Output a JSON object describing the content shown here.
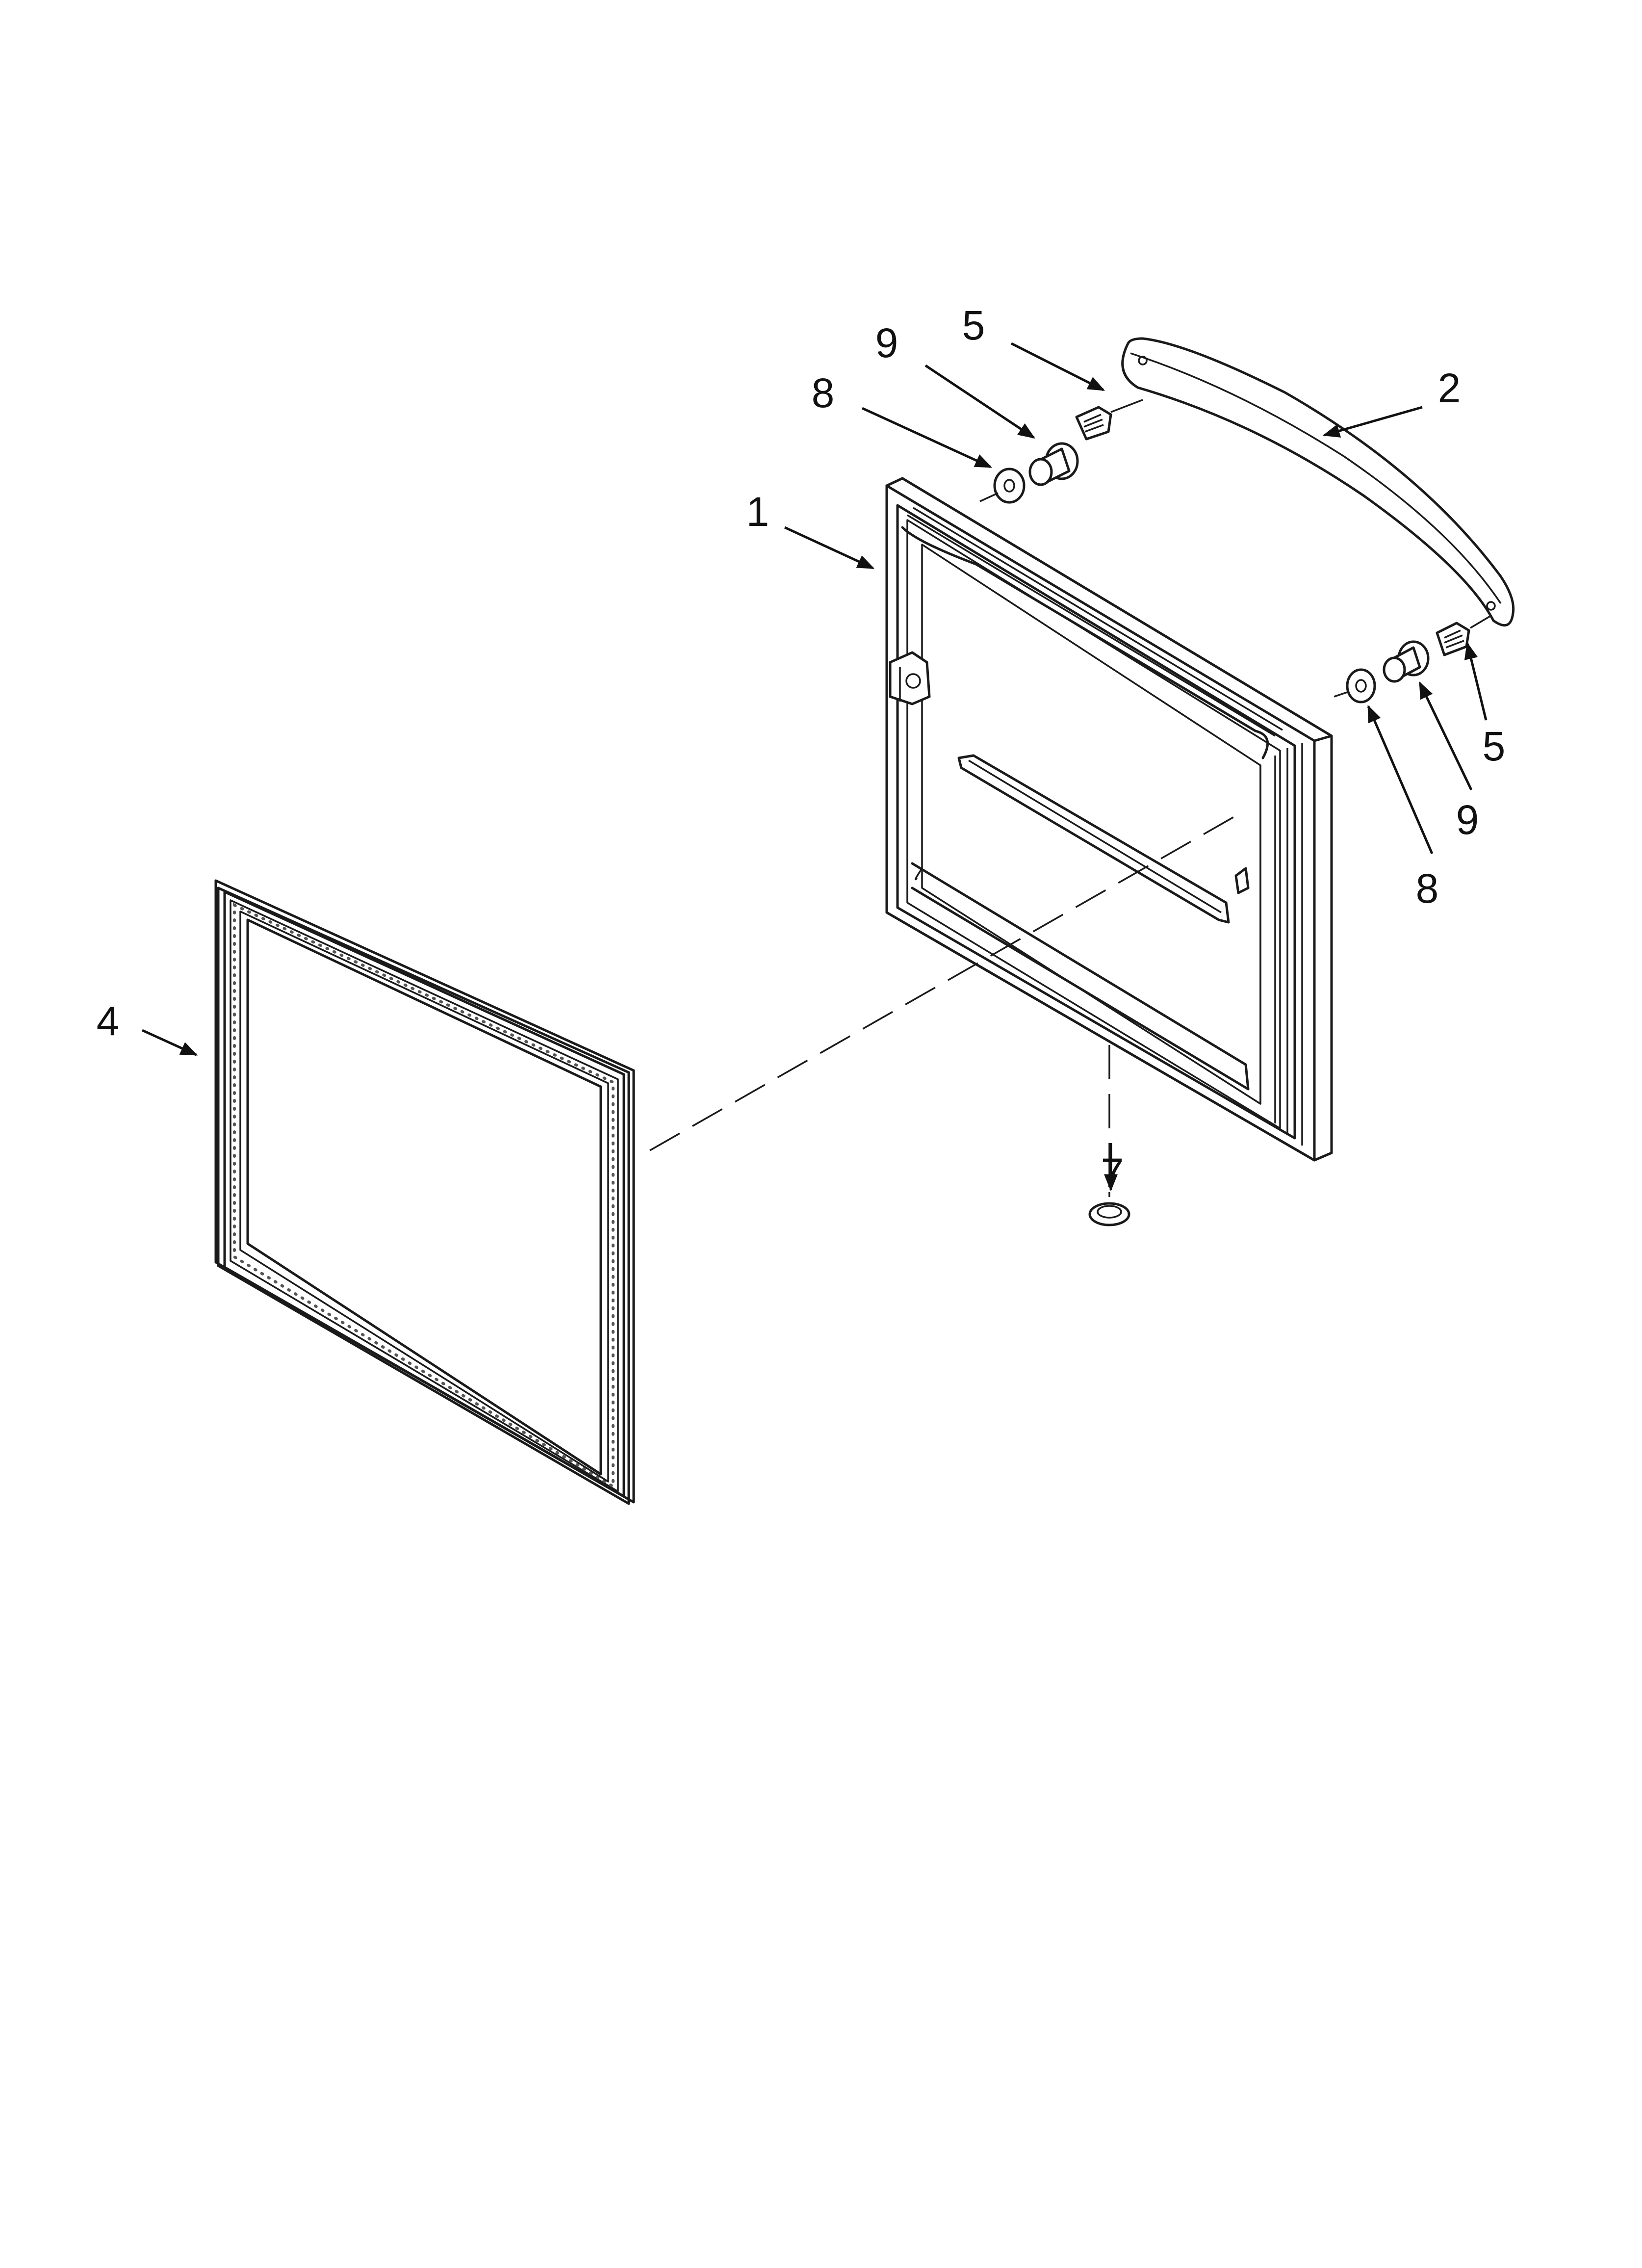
{
  "diagram": {
    "callouts": [
      {
        "id": "door",
        "label": "1"
      },
      {
        "id": "handle",
        "label": "2"
      },
      {
        "id": "gasket",
        "label": "4"
      },
      {
        "id": "screw-left",
        "label": "5"
      },
      {
        "id": "screw-right",
        "label": "5"
      },
      {
        "id": "plug",
        "label": "7"
      },
      {
        "id": "washer-left",
        "label": "8"
      },
      {
        "id": "washer-right",
        "label": "8"
      },
      {
        "id": "spacer-left",
        "label": "9"
      },
      {
        "id": "spacer-right",
        "label": "9"
      }
    ]
  }
}
